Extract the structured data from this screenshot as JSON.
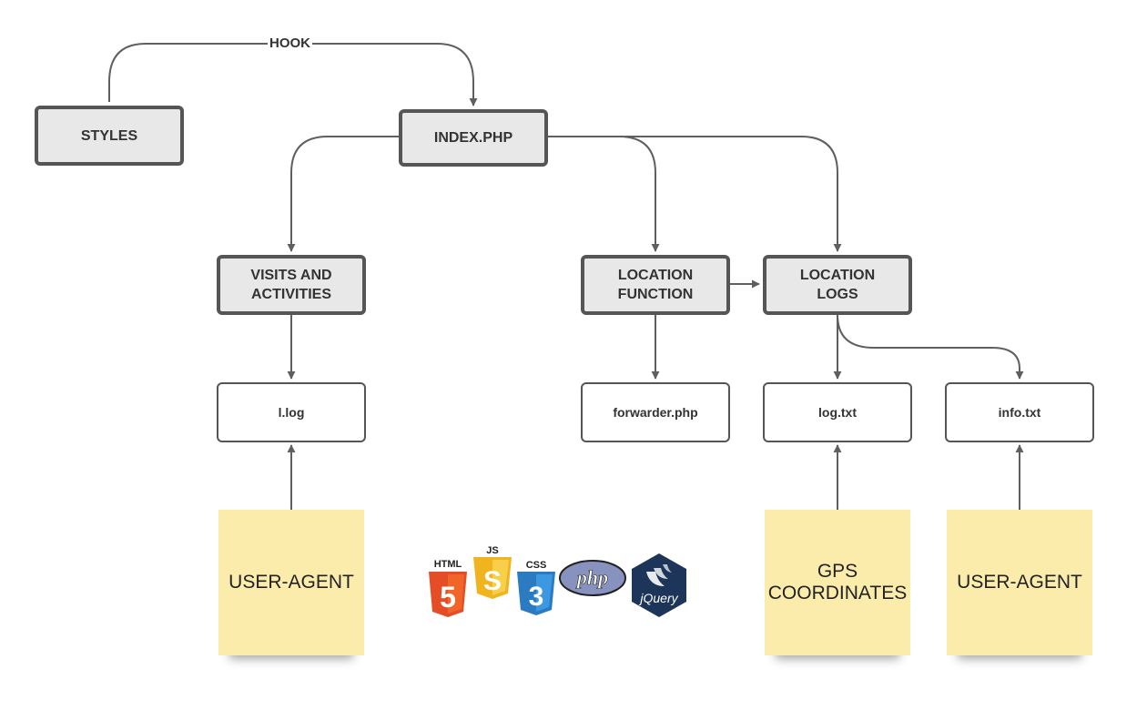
{
  "edge_labels": {
    "hook": "HOOK"
  },
  "nodes": {
    "styles": "STYLES",
    "index": "INDEX.PHP",
    "visits": "VISITS AND\nACTIVITIES",
    "location_function": "LOCATION\nFUNCTION",
    "location_logs": "LOCATION\nLOGS",
    "l_log": "l.log",
    "forwarder": "forwarder.php",
    "log_txt": "log.txt",
    "info_txt": "info.txt"
  },
  "notes": {
    "user_agent_left": "USER-AGENT",
    "gps": "GPS\nCOORDINATES",
    "user_agent_right": "USER-AGENT"
  },
  "logos": {
    "html": "HTML",
    "js": "JS",
    "css": "CSS",
    "php": "php",
    "jquery": "jQuery",
    "html_digit": "5",
    "js_digit": "S",
    "css_digit": "3"
  },
  "colors": {
    "html5": "#e44d26",
    "js": "#f0b41e",
    "css3": "#2a7bc1",
    "php": "#8892bf",
    "jquery": "#1d3558",
    "sticky_note": "#fcecab",
    "box_fill": "#e8e8e8",
    "border": "#555555"
  },
  "icons": [
    "html5-logo",
    "js-logo",
    "css3-logo",
    "php-logo",
    "jquery-logo"
  ]
}
